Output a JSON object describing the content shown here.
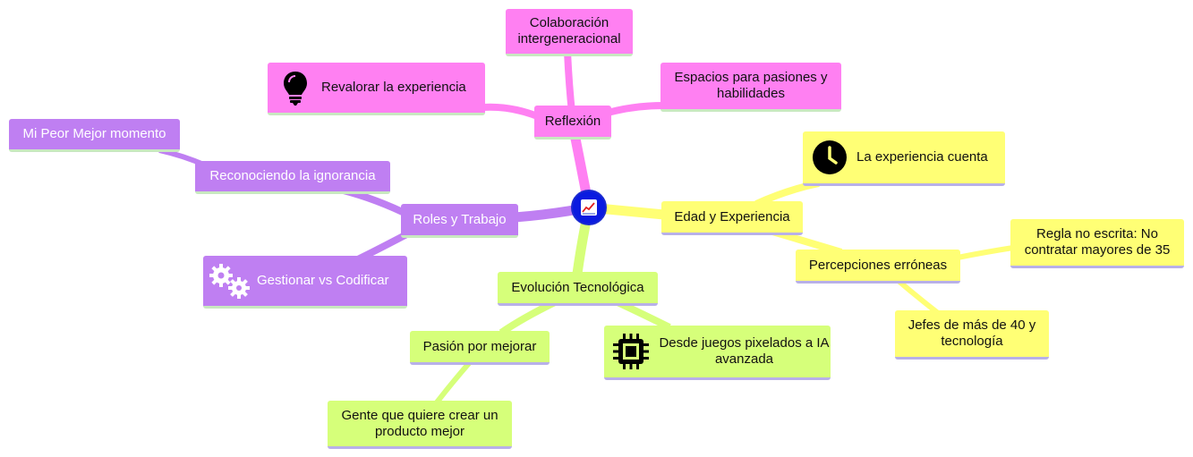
{
  "root": {
    "icon": "chart-increasing-icon"
  },
  "branches": {
    "reflexion": {
      "label": "Reflexión",
      "color": "#ff80f2",
      "children": {
        "colaboracion": "Colaboración intergeneracional",
        "revalorar": "Revalorar la experiencia",
        "espacios": "Espacios para pasiones y habilidades"
      },
      "icons": {
        "revalorar": "lightbulb-icon"
      }
    },
    "roles": {
      "label": "Roles y Trabajo",
      "color": "#bf7ff2",
      "children": {
        "reconociendo": "Reconociendo la ignorancia",
        "peor_mejor": "Mi Peor Mejor momento",
        "gestionar": "Gestionar vs Codificar"
      },
      "icons": {
        "gestionar": "gears-icon"
      }
    },
    "edad": {
      "label": "Edad y Experiencia",
      "color": "#ffff75",
      "children": {
        "cuenta": "La experiencia cuenta",
        "percepciones": "Percepciones erróneas",
        "regla": "Regla no escrita: No contratar mayores de 35",
        "jefes": "Jefes de más de 40 y tecnología"
      },
      "icons": {
        "cuenta": "clock-icon"
      }
    },
    "evolucion": {
      "label": "Evolución Tecnológica",
      "color": "#d6ff7a",
      "children": {
        "pasion": "Pasión por mejorar",
        "gente": "Gente que quiere crear un producto mejor",
        "juegos": "Desde juegos pixelados a IA avanzada"
      },
      "icons": {
        "juegos": "microchip-icon"
      }
    }
  }
}
